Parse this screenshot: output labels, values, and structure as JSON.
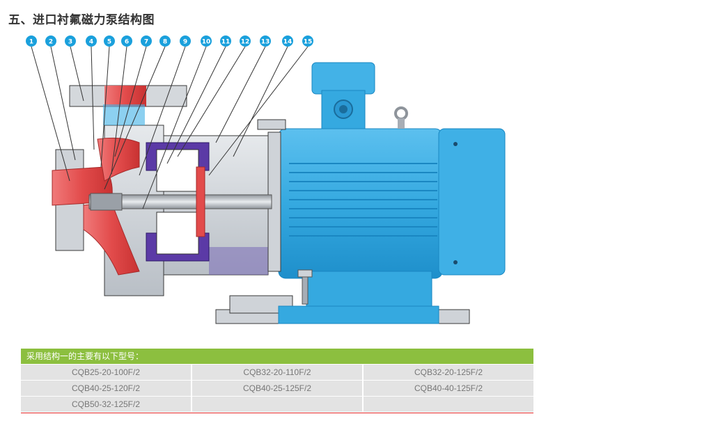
{
  "title": "五、进口衬氟磁力泵结构图",
  "diagram": {
    "callouts": [
      "1",
      "2",
      "3",
      "4",
      "5",
      "6",
      "7",
      "8",
      "9",
      "10",
      "11",
      "12",
      "13",
      "14",
      "15"
    ],
    "colors": {
      "callout": "#1aa0dc",
      "motor": "#35a9e0",
      "motor_dark": "#1a87c2",
      "casing": "#cfd3d8",
      "casing_dark": "#a7adb5",
      "ptfe_red": "#e24b4b",
      "magnet_purple": "#5b3aa6",
      "line": "#3a3a3a"
    }
  },
  "table": {
    "header": "采用结构一的主要有以下型号：",
    "rows": [
      [
        "CQB25-20-100F/2",
        "CQB32-20-110F/2",
        "CQB32-20-125F/2"
      ],
      [
        "CQB40-25-120F/2",
        "CQB40-25-125F/2",
        "CQB40-40-125F/2"
      ],
      [
        "CQB50-32-125F/2",
        "",
        ""
      ]
    ],
    "accent_color": "#8cbf3f",
    "underline_color": "#e52a2a"
  }
}
